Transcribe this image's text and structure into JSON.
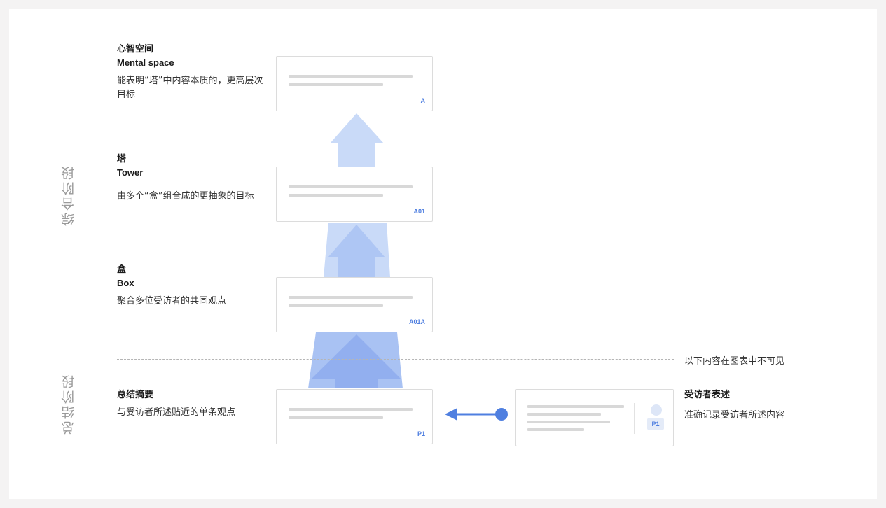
{
  "phases": {
    "synthesis": "综合阶段",
    "summary": "总结阶段"
  },
  "levels": [
    {
      "zh": "心智空间",
      "en": "Mental space",
      "desc": "能表明“塔”中内容本质的，更高层次目标",
      "code": "A"
    },
    {
      "zh": "塔",
      "en": "Tower",
      "desc": "由多个“盒”组合成的更抽象的目标",
      "code": "A01"
    },
    {
      "zh": "盒",
      "en": "Box",
      "desc": "聚合多位受访者的共同观点",
      "code": "A01A"
    },
    {
      "zh": "总结摘要",
      "en": "",
      "desc": "与受访者所述贴近的单条观点",
      "code": "P1"
    }
  ],
  "divider_note": "以下内容在图表中不可见",
  "interviewee": {
    "title": "受访者表述",
    "desc": "准确记录受访者所述内容",
    "badge": "P1"
  },
  "colors": {
    "accent": "#4f7fe0",
    "arrow_light": "#c9daf8",
    "arrow_mid": "#a9c2f3",
    "arrow_dark": "#8fadee"
  }
}
